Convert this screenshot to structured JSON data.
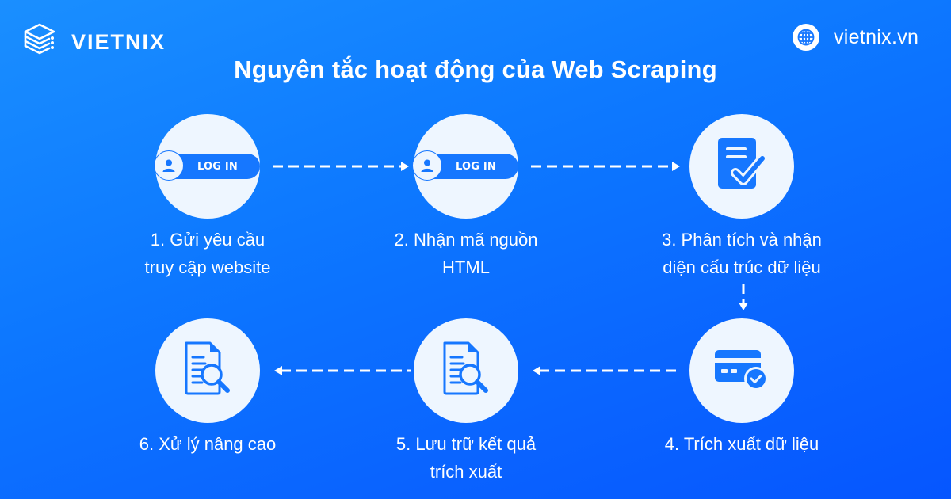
{
  "header": {
    "brand_name": "VIETNIX",
    "brand_icon": "server-stack-icon",
    "website": "vietnix.vn",
    "website_icon": "globe-icon"
  },
  "title": "Nguyên tắc hoạt động của Web Scraping",
  "colors": {
    "background_start": "#1a8fff",
    "background_end": "#0556ff",
    "circle_fill": "#eef6ff",
    "icon_blue": "#1677ff",
    "text": "#ffffff"
  },
  "steps": [
    {
      "number": 1,
      "line1": "1. Gửi yêu cầu",
      "line2": "truy cập website",
      "icon": "login-button-icon",
      "icon_text": "LOG IN"
    },
    {
      "number": 2,
      "line1": "2. Nhận mã nguồn",
      "line2": "HTML",
      "icon": "login-button-icon",
      "icon_text": "LOG IN"
    },
    {
      "number": 3,
      "line1": "3. Phân tích và nhận",
      "line2": "diện cấu trúc dữ liệu",
      "icon": "document-check-icon"
    },
    {
      "number": 4,
      "line1": "4. Trích xuất dữ liệu",
      "line2": "",
      "icon": "card-verified-icon"
    },
    {
      "number": 5,
      "line1": "5. Lưu trữ kết quả",
      "line2": "trích xuất",
      "icon": "document-search-icon"
    },
    {
      "number": 6,
      "line1": "6. Xử lý nâng cao",
      "line2": "",
      "icon": "document-search-icon"
    }
  ],
  "flow": [
    {
      "from": 1,
      "to": 2,
      "direction": "right"
    },
    {
      "from": 2,
      "to": 3,
      "direction": "right"
    },
    {
      "from": 3,
      "to": 4,
      "direction": "down"
    },
    {
      "from": 4,
      "to": 5,
      "direction": "left"
    },
    {
      "from": 5,
      "to": 6,
      "direction": "left"
    }
  ]
}
